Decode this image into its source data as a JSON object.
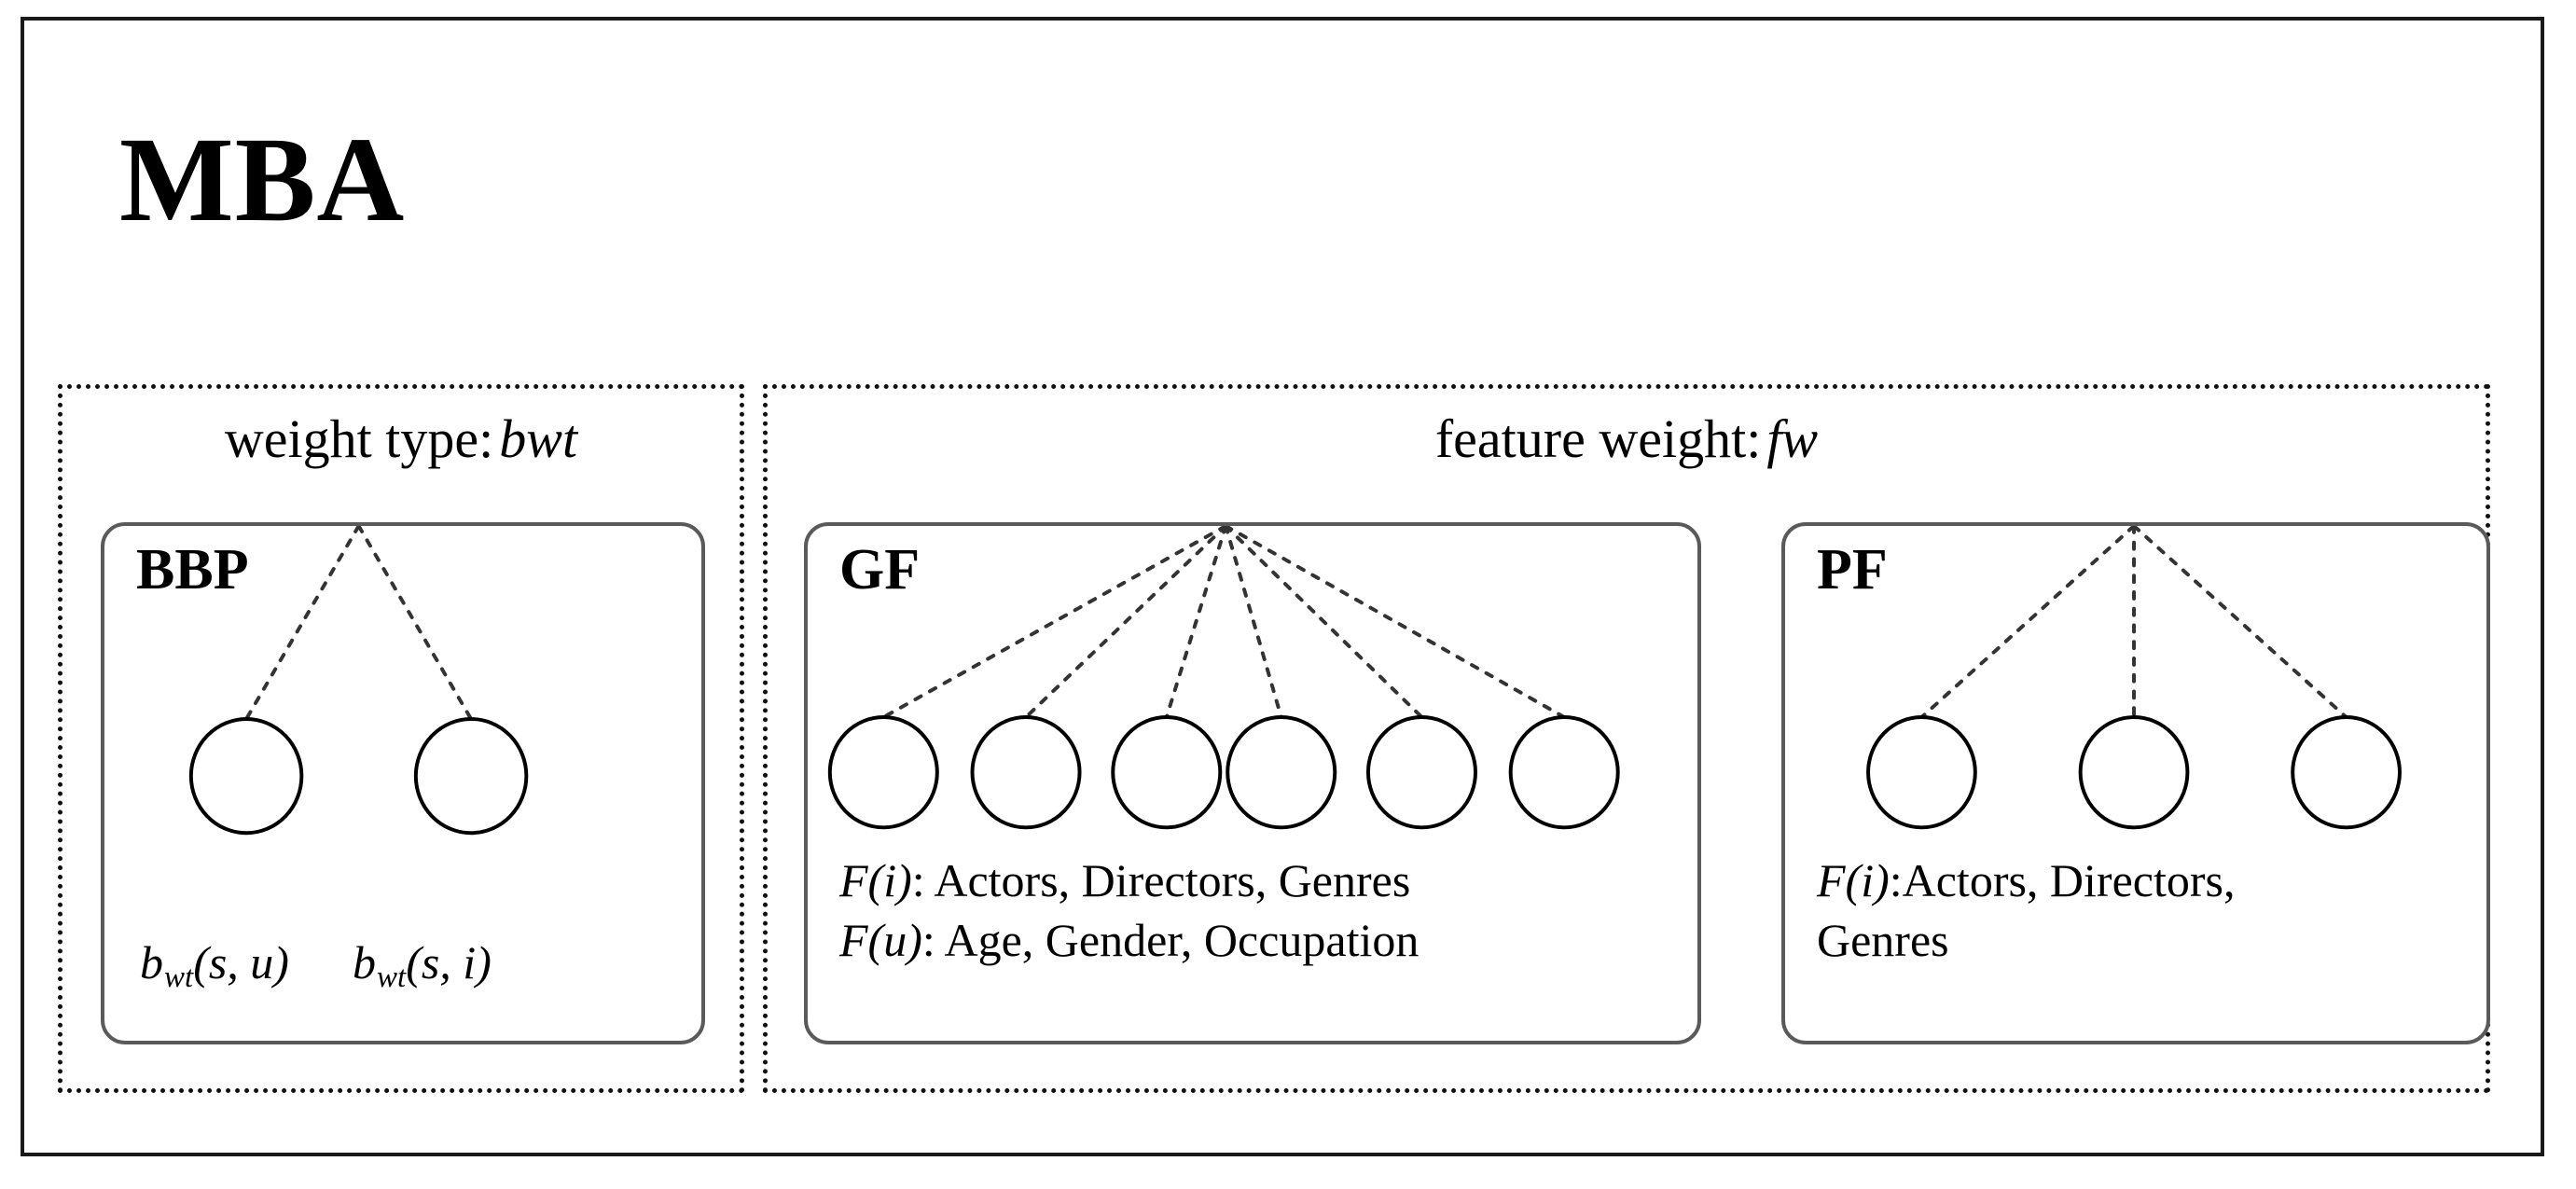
{
  "diagram": {
    "title": "MBA",
    "type": "hierarchy",
    "panels": [
      {
        "id": "bwt",
        "caption_prefix": "weight type:",
        "caption_symbol": "bwt",
        "boxes": [
          {
            "id": "bbp",
            "tag": "BBP",
            "node_count": 2,
            "captions": [
              {
                "base": "b",
                "subscript": "wt",
                "args": "(s, u)"
              },
              {
                "base": "b",
                "subscript": "wt",
                "args": "(s, i)"
              }
            ]
          }
        ]
      },
      {
        "id": "fw",
        "caption_prefix": "feature weight:",
        "caption_symbol": "fw",
        "boxes": [
          {
            "id": "gf",
            "tag": "GF",
            "node_count": 6,
            "lines": [
              {
                "symbol": "F(i)",
                "text": ": Actors, Directors, Genres"
              },
              {
                "symbol": "F(u)",
                "text": ": Age, Gender, Occupation"
              }
            ]
          },
          {
            "id": "pf",
            "tag": "PF",
            "node_count": 3,
            "lines": [
              {
                "symbol": "F(i)",
                "text": ":Actors, Directors, Genres"
              }
            ]
          }
        ]
      }
    ],
    "colors": {
      "frame": "#1a1a1a",
      "dotted_panel": "#111111",
      "round_box": "#5a5a5a",
      "node_stroke": "#000000",
      "connector": "#333333",
      "background": "#ffffff"
    }
  }
}
